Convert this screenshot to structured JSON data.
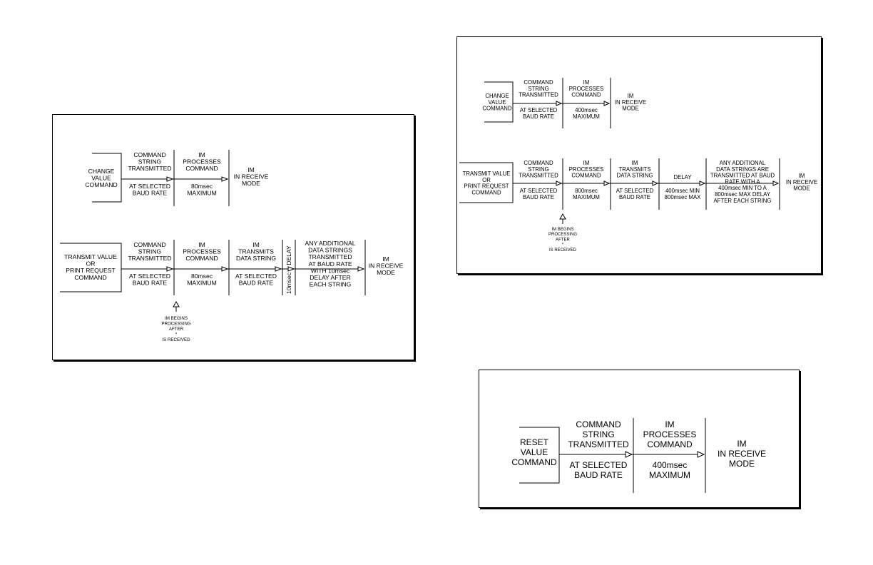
{
  "diagram_a": {
    "change": {
      "start": [
        "CHANGE",
        "VALUE",
        "COMMAND"
      ],
      "cmd_top": [
        "COMMAND",
        "STRING",
        "TRANSMITTED"
      ],
      "cmd_bottom": [
        "AT SELECTED",
        "BAUD RATE"
      ],
      "proc_top": [
        "IM",
        "PROCESSES",
        "COMMAND"
      ],
      "proc_bottom": [
        "80msec",
        "MAXIMUM"
      ],
      "end": [
        "IM",
        "IN RECEIVE",
        "MODE"
      ]
    },
    "transmit": {
      "start": [
        "TRANSMIT VALUE",
        "OR",
        "PRINT REQUEST",
        "COMMAND"
      ],
      "cmd_top": [
        "COMMAND",
        "STRING",
        "TRANSMITTED"
      ],
      "cmd_bottom": [
        "AT SELECTED",
        "BAUD RATE"
      ],
      "proc_top": [
        "IM",
        "PROCESSES",
        "COMMAND"
      ],
      "proc_bottom": [
        "80msec",
        "MAXIMUM"
      ],
      "trans_top": [
        "IM",
        "TRANSMITS",
        "DATA STRING"
      ],
      "trans_bottom": [
        "AT SELECTED",
        "BAUD RATE"
      ],
      "delay_label": "DELAY",
      "delay_value": "10msec",
      "additional": [
        "ANY ADDITIONAL",
        "DATA STRINGS",
        "TRANSMITTED",
        "AT BAUD RATE",
        "WITH 10msec",
        "DELAY AFTER",
        "EACH STRING"
      ],
      "end": [
        "IM",
        "IN RECEIVE",
        "MODE"
      ],
      "note": [
        "IM BEGINS",
        "PROCESSING",
        "AFTER",
        "*",
        "IS RECEIVED"
      ]
    }
  },
  "diagram_b": {
    "change": {
      "start": [
        "CHANGE",
        "VALUE",
        "COMMAND"
      ],
      "cmd_top": [
        "COMMAND",
        "STRING",
        "TRANSMITTED"
      ],
      "cmd_bottom": [
        "AT SELECTED",
        "BAUD RATE"
      ],
      "proc_top": [
        "IM",
        "PROCESSES",
        "COMMAND"
      ],
      "proc_bottom": [
        "400msec",
        "MAXIMUM"
      ],
      "end": [
        "IM",
        "IN RECEIVE",
        "MODE"
      ]
    },
    "transmit": {
      "start": [
        "TRANSMIT VALUE",
        "OR",
        "PRINT REQUEST",
        "COMMAND"
      ],
      "cmd_top": [
        "COMMAND",
        "STRING",
        "TRANSMITTED"
      ],
      "cmd_bottom": [
        "AT SELECTED",
        "BAUD RATE"
      ],
      "proc_top": [
        "IM",
        "PROCESSES",
        "COMMAND"
      ],
      "proc_bottom": [
        "800msec",
        "MAXIMUM"
      ],
      "trans_top": [
        "IM",
        "TRANSMITS",
        "DATA STRING"
      ],
      "trans_bottom": [
        "AT SELECTED",
        "BAUD RATE"
      ],
      "delay_top": [
        "DELAY"
      ],
      "delay_bottom": [
        "400msec MIN",
        "800msec MAX"
      ],
      "additional": [
        "ANY ADDITIONAL",
        "DATA STRINGS ARE",
        "TRANSMITTED AT BAUD",
        "RATE WITH A",
        "400msec MIN TO A",
        "800msec MAX DELAY",
        "AFTER EACH STRING"
      ],
      "end": [
        "IM",
        "IN RECEIVE",
        "MODE"
      ],
      "note": [
        "IM BEGINS",
        "PROCESSING",
        "AFTER",
        "*",
        "IS RECEIVED"
      ]
    }
  },
  "diagram_c": {
    "reset": {
      "start": [
        "RESET",
        "VALUE",
        "COMMAND"
      ],
      "cmd_top": [
        "COMMAND",
        "STRING",
        "TRANSMITTED"
      ],
      "cmd_bottom": [
        "AT SELECTED",
        "BAUD RATE"
      ],
      "proc_top": [
        "IM",
        "PROCESSES",
        "COMMAND"
      ],
      "proc_bottom": [
        "400msec",
        "MAXIMUM"
      ],
      "end": [
        "IM",
        "IN RECEIVE",
        "MODE"
      ]
    }
  }
}
